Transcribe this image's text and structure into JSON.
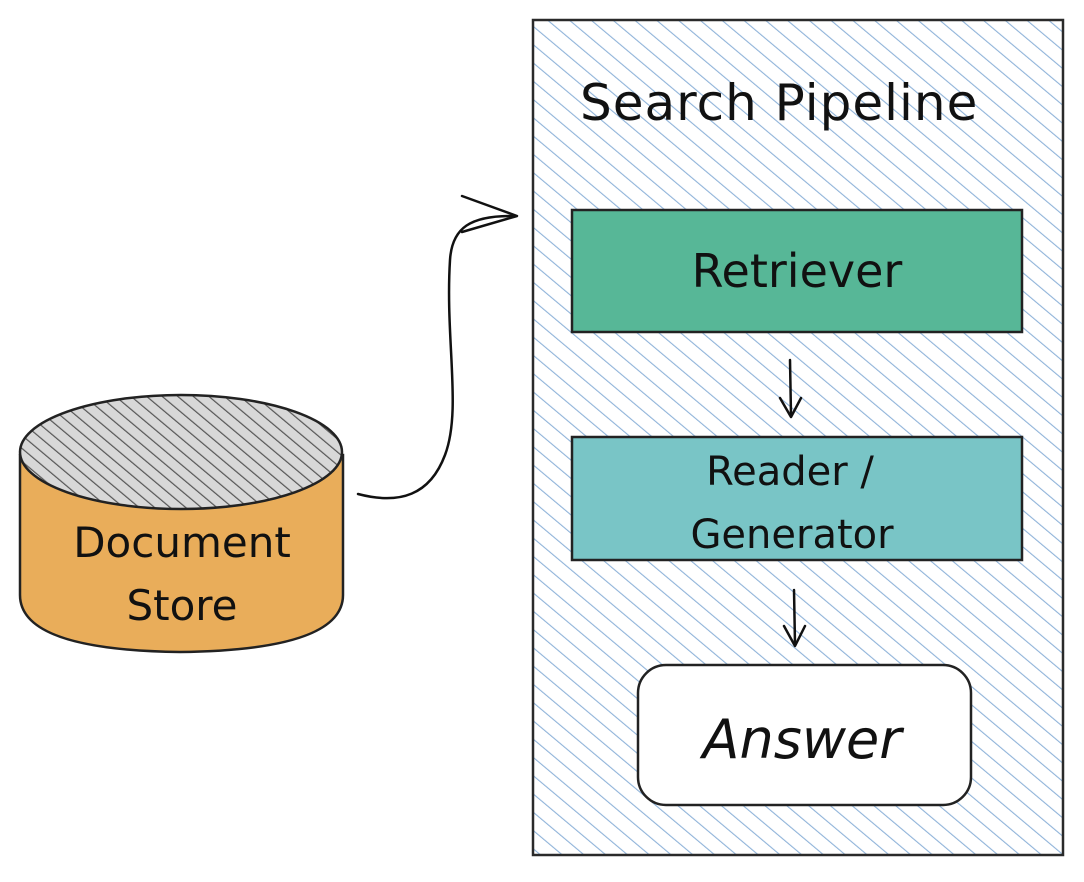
{
  "pipeline": {
    "title": "Search Pipeline",
    "fill_color": "#a8c4e0"
  },
  "document_store": {
    "label_line1": "Document",
    "label_line2": "Store",
    "body_color": "#e9ad5a",
    "top_color": "#d8d8d8"
  },
  "retriever": {
    "label": "Retriever",
    "color": "#57b797"
  },
  "reader": {
    "label_line1": "Reader /",
    "label_line2": "Generator",
    "color": "#79c5c6"
  },
  "answer": {
    "label": "Answer",
    "color": "#ffffff"
  }
}
